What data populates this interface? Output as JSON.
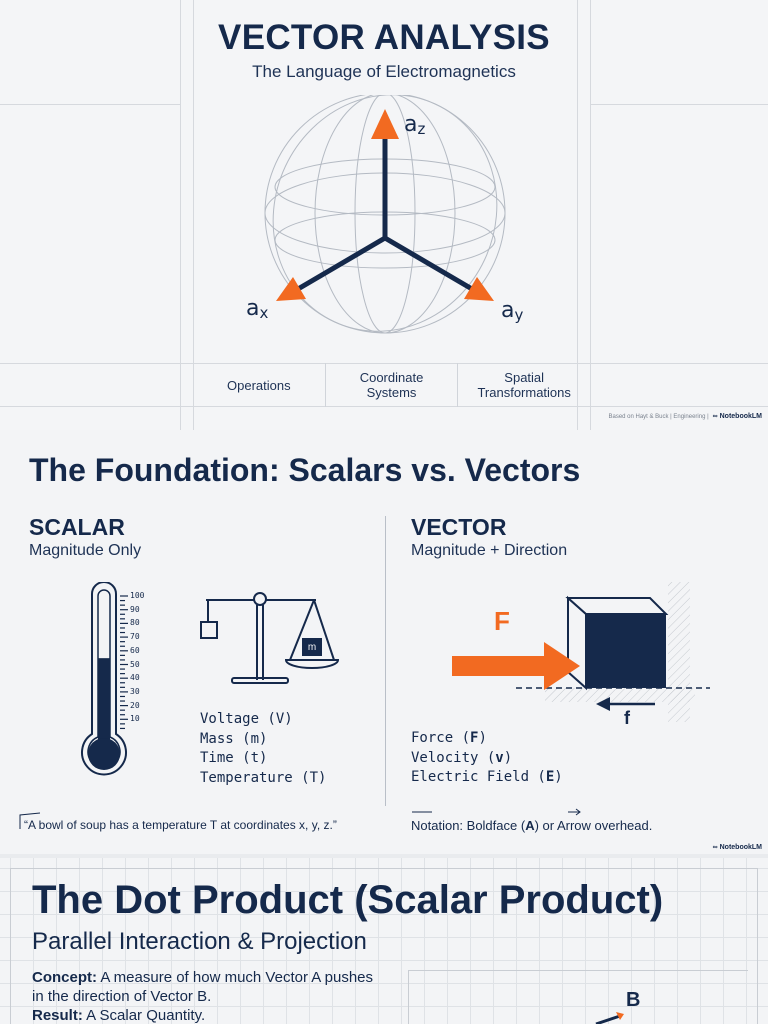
{
  "slide1": {
    "title": "VECTOR ANALYSIS",
    "subtitle": "The Language of Electromagnetics",
    "axes": [
      {
        "base": "a",
        "sub": "z"
      },
      {
        "base": "a",
        "sub": "x"
      },
      {
        "base": "a",
        "sub": "y"
      }
    ],
    "pills": [
      {
        "line1": "Operations",
        "line2": ""
      },
      {
        "line1": "Coordinate",
        "line2": "Systems"
      },
      {
        "line1": "Spatial",
        "line2": "Transformations"
      }
    ],
    "footer_credit": "Based on Hayt & Buck | Engineering |",
    "brand": "NotebookLM",
    "colors": {
      "accent": "#f26a21",
      "navy": "#15294b"
    }
  },
  "slide2": {
    "title": "The Foundation: Scalars vs. Vectors",
    "scalar": {
      "heading": "SCALAR",
      "subheading": "Magnitude Only",
      "thermometer_ticks": [
        "100",
        "90",
        "80",
        "70",
        "60",
        "50",
        "40",
        "30",
        "20",
        "10"
      ],
      "thermometer_level_percent": 58,
      "scale_weight_label": "m",
      "examples": [
        "Voltage (V)",
        "Mass (m)",
        "Time (t)",
        "Temperature (T)"
      ]
    },
    "vector": {
      "heading": "VECTOR",
      "subheading": "Magnitude + Direction",
      "force_label": "F",
      "friction_label": "f",
      "examples": [
        {
          "text": "Force (",
          "sym": "F",
          "end": ")"
        },
        {
          "text": "Velocity (",
          "sym": "v",
          "end": ")"
        },
        {
          "text": "Electric Field (",
          "sym": "E",
          "end": ")"
        }
      ]
    },
    "quote": "“A bowl of soup has a temperature T at coordinates x, y, z.”",
    "notation_prefix": "Notation: Boldface (",
    "notation_sym": "A",
    "notation_suffix": ") or Arrow overhead.",
    "brand": "NotebookLM"
  },
  "slide3": {
    "title": "The Dot Product (Scalar Product)",
    "subtitle": "Parallel Interaction & Projection",
    "concept_label": "Concept:",
    "concept_text": " A measure of how much Vector A pushes in the direction of Vector B.",
    "result_label": "Result:",
    "result_text": " A Scalar Quantity.",
    "vector_label": "B"
  }
}
